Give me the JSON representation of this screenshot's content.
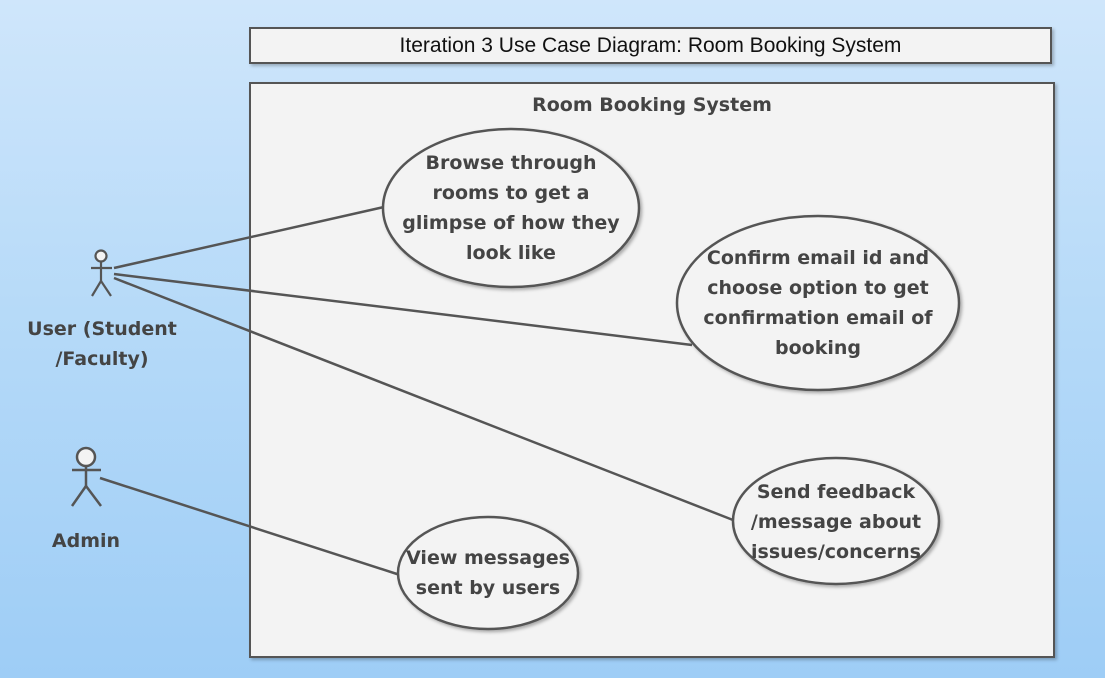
{
  "diagram": {
    "title": "Iteration 3 Use Case Diagram: Room Booking System",
    "system_name": "Room Booking System"
  },
  "actors": {
    "user": {
      "label_line1": "User (Student",
      "label_line2": "/Faculty)"
    },
    "admin": {
      "label": "Admin"
    }
  },
  "use_cases": {
    "browse": {
      "lines": [
        "Browse through",
        "rooms to get a",
        "glimpse of how they",
        "look like"
      ]
    },
    "confirm": {
      "lines": [
        "Confirm email id and",
        "choose option to get",
        "confirmation email of",
        "booking"
      ]
    },
    "feedback": {
      "lines": [
        "Send feedback",
        "/message about",
        "issues/concerns"
      ]
    },
    "view": {
      "lines": [
        "View messages",
        "sent by users"
      ]
    }
  },
  "colors": {
    "stroke": "#555555",
    "ellipse_fill": "#f3f3f3",
    "text": "#444444"
  }
}
